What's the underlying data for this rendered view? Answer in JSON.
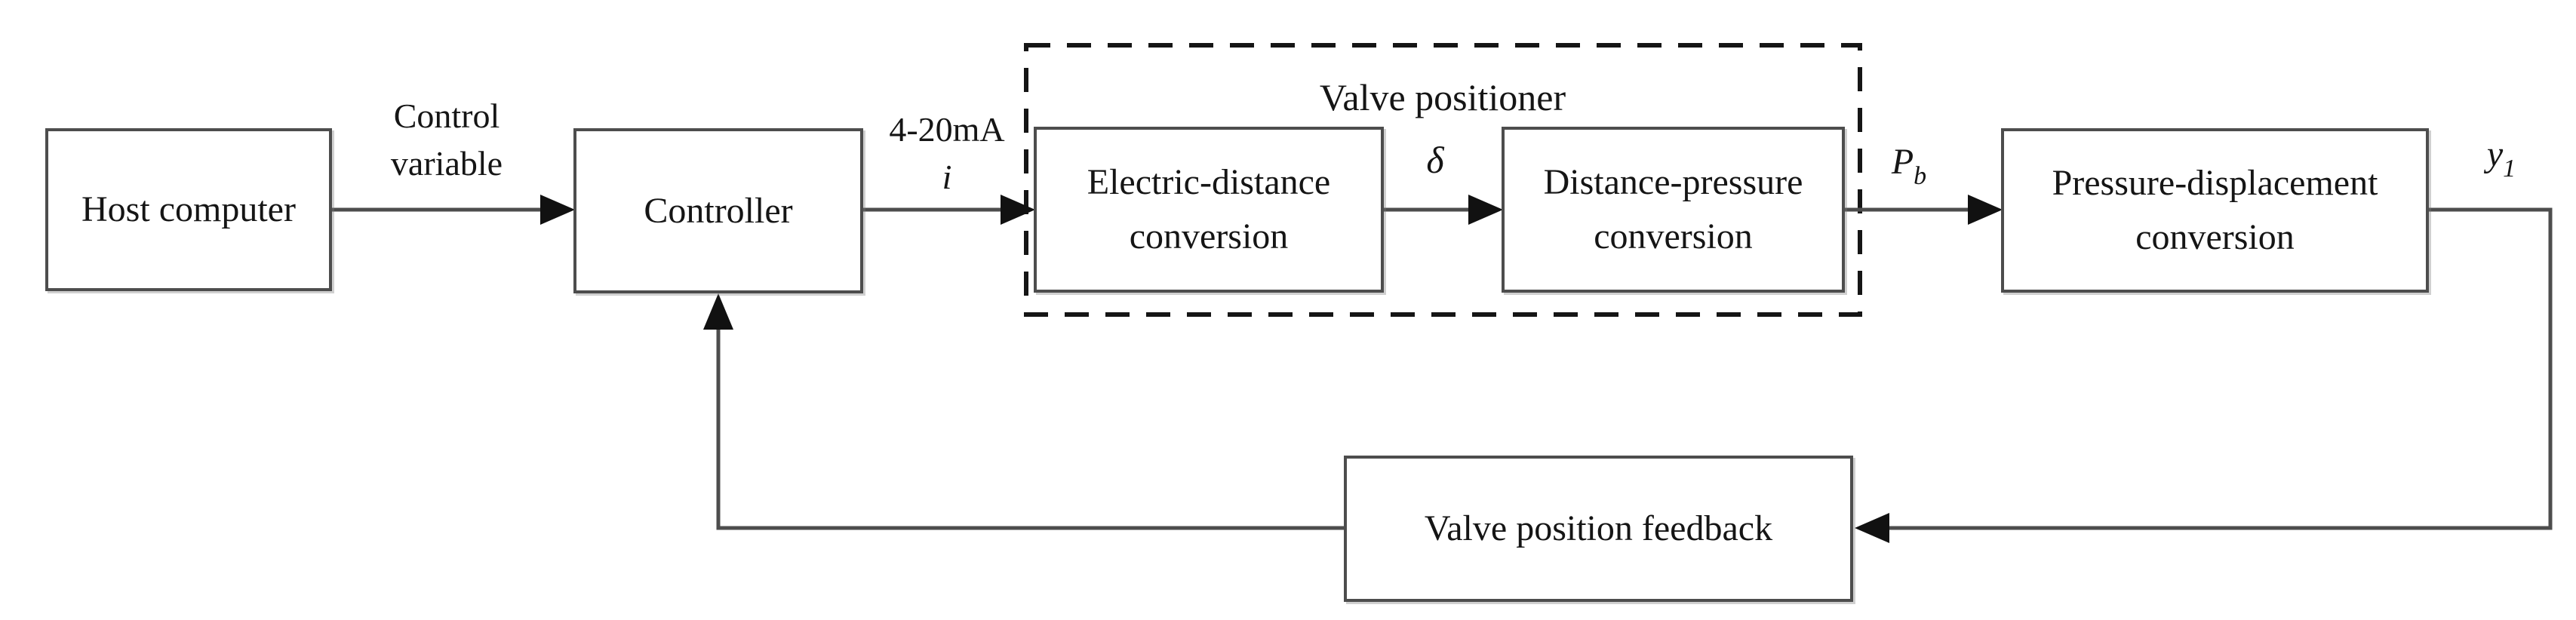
{
  "blocks": {
    "host": {
      "label": "Host computer"
    },
    "controller": {
      "label": "Controller"
    },
    "electric_distance": {
      "label": "Electric-distance conversion"
    },
    "distance_pressure": {
      "label": "Distance-pressure conversion"
    },
    "pressure_displacement": {
      "label": "Pressure-displacement conversion"
    },
    "valve_position_feedback": {
      "label": "Valve position feedback"
    }
  },
  "group": {
    "valve_positioner_label": "Valve positioner"
  },
  "signals": {
    "control_variable_line1": "Control",
    "control_variable_line2": "variable",
    "current_range": "4-20mA",
    "current_symbol": "i",
    "delta_symbol": "δ",
    "pressure_symbol_base": "P",
    "pressure_symbol_sub": "b",
    "output_symbol_base": "y",
    "output_symbol_sub": "1"
  },
  "colors": {
    "bg": "#ffffff",
    "line": "#4d4d4d",
    "dash": "#151515",
    "arrowhead": "#111111",
    "text": "#151515"
  }
}
